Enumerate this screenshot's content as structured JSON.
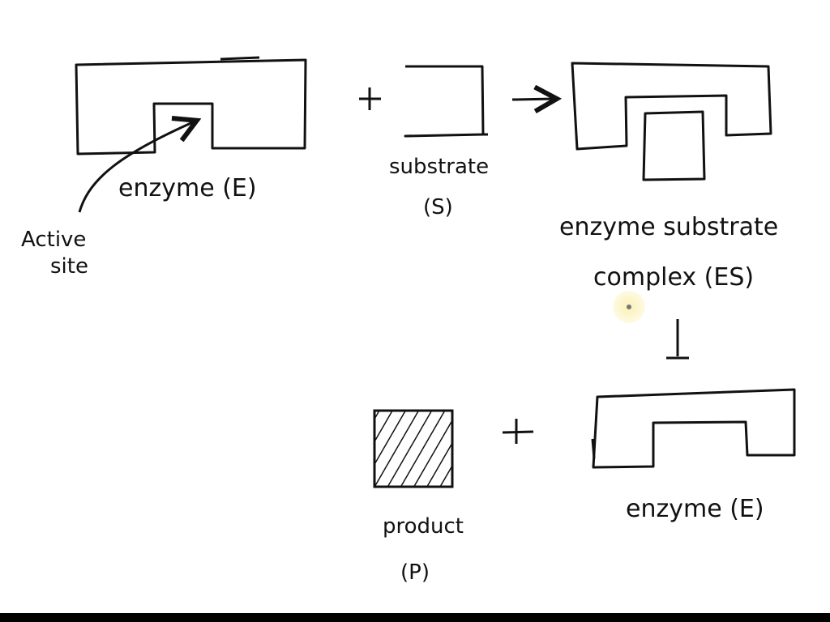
{
  "labels": {
    "enzyme_e": "enzyme (E)",
    "active_site": [
      "Active",
      "site"
    ],
    "plus": "+",
    "substrate": "substrate",
    "substrate_symbol": "(S)",
    "complex_line1": "enzyme substrate",
    "complex_line2": "complex (ES)",
    "product": "product",
    "product_symbol": "(P)",
    "enzyme_result": "enzyme (E)"
  },
  "colors": {
    "ink": "#111111",
    "background": "#ffffff"
  }
}
